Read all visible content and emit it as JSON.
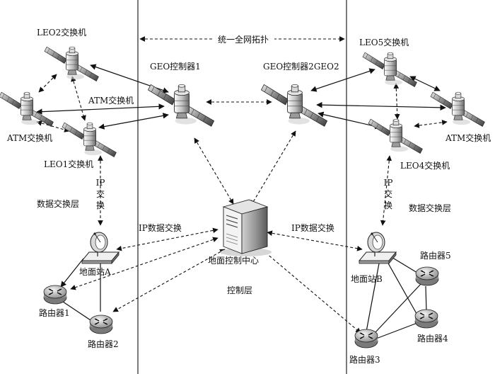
{
  "diagram": {
    "regions": {
      "top_span": "统一全网拓扑",
      "left_layer": "数据交换层",
      "right_layer": "数据交换层",
      "control_layer": "控制层"
    },
    "satellites": {
      "leo2": "LEO2交换机",
      "leo1": "LEO1交换机",
      "atm_left": "ATM交换机",
      "leo5": "LEO5交换机",
      "leo4": "LEO4交换机",
      "atm_right": "ATM交换机",
      "geo1": "GEO控制器1",
      "geo2": "GEO控制器2GEO2"
    },
    "link_labels": {
      "atm_link_left": "ATM交换机",
      "ip_exchange_left": "IP\n交\n换",
      "ip_exchange_right": "IP\n交\n换",
      "ip_data_left": "IP数据交换",
      "ip_data_right": "IP数据交换"
    },
    "ground": {
      "server": "地面控制中心",
      "station_a": "地面站A",
      "station_b": "地面站B",
      "router1": "路由器1",
      "router2": "路由器2",
      "router3": "路由器3",
      "router4": "路由器4",
      "router5": "路由器5"
    }
  }
}
